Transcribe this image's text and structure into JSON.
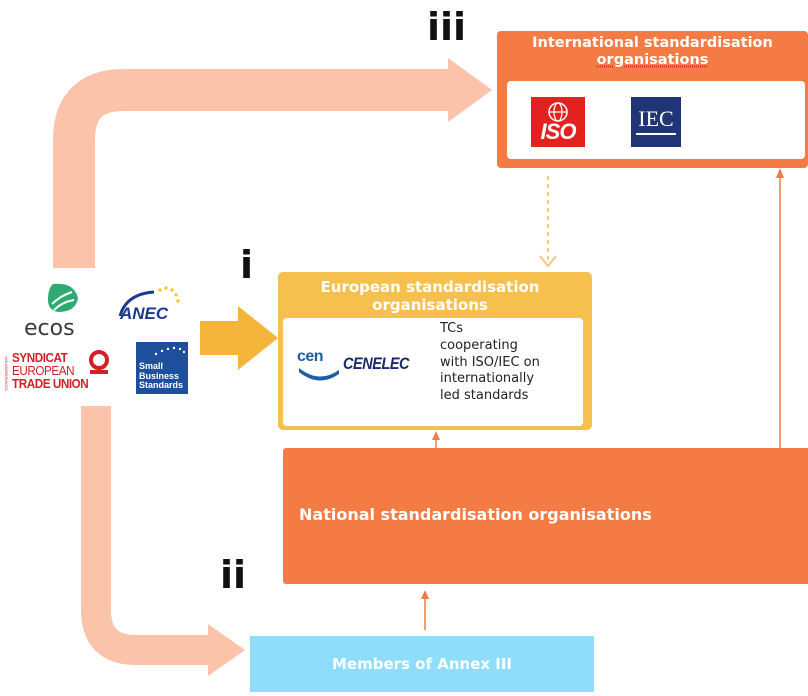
{
  "colors": {
    "arrow_peach": "#fbc3aa",
    "orange": "#f47b43",
    "yellow": "#f6c04f",
    "yellow_arrow": "#f5b53c",
    "light_blue": "#8fdcfb",
    "iso_red": "#e3221f",
    "iec_navy": "#1f3576",
    "cen_blue": "#1b5ea8",
    "cenelec_navy": "#1a2a6c"
  },
  "pathways": {
    "i": "i",
    "ii": "ii",
    "iii": "iii"
  },
  "international": {
    "title_line1": "International standardisation",
    "title_line2": "organisations",
    "iso_logo": "ISO",
    "iec_logo": "IEC"
  },
  "european": {
    "title_line1": "European standardisation",
    "title_line2": "organisations",
    "cen_logo": "cen",
    "cenelec_logo": "CENELEC",
    "tcs_lines": [
      "TCs",
      "cooperating",
      "with ISO/IEC on",
      "internationally",
      "led standards"
    ]
  },
  "national": {
    "title": "National standardisation organisations"
  },
  "annex": {
    "title": "Members of Annex III"
  },
  "stakeholders": {
    "ecos": "ecos",
    "anec": "ANEC",
    "etuc_line1": "SYNDICAT",
    "etuc_line2": "EUROPEAN",
    "etuc_line3": "TRADE UNION",
    "etuc_side": "CONFEDERATION",
    "sbs_line1": "Small",
    "sbs_line2": "Business",
    "sbs_line3": "Standards"
  }
}
